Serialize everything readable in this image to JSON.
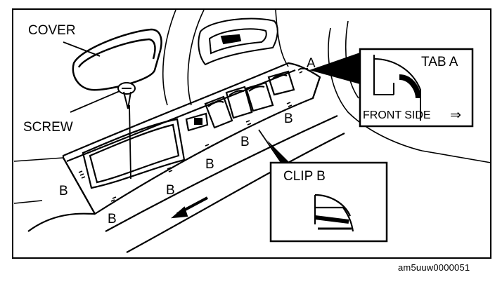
{
  "labels": {
    "cover": "COVER",
    "screw": "SCREW",
    "a": "A",
    "tab_a": "TAB A",
    "front_side": "FRONT SIDE",
    "front_arrow_glyph": "⇒",
    "clip_b": "CLIP B",
    "b": "B"
  },
  "figure_code": "am5uuw0000051",
  "colors": {
    "ink": "#000000",
    "paper": "#ffffff"
  },
  "icons": [
    "screw-icon",
    "front-direction-arrow-icon",
    "tab-a-detail-icon",
    "clip-b-detail-icon"
  ]
}
